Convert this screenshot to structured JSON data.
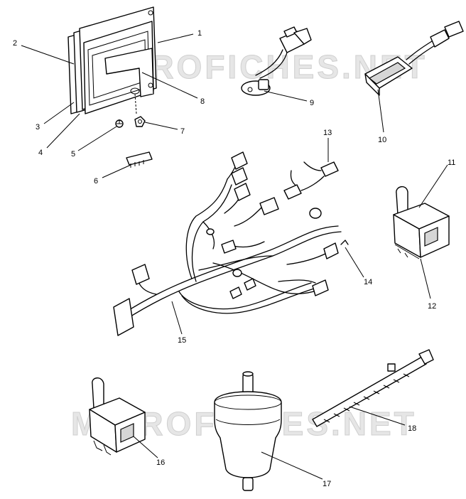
{
  "watermark": [
    "MICROFICHES.NET",
    "MICROFICHES.NET"
  ],
  "callouts": [
    {
      "id": "c1",
      "label": "1"
    },
    {
      "id": "c2",
      "label": "2"
    },
    {
      "id": "c3",
      "label": "3"
    },
    {
      "id": "c4",
      "label": "4"
    },
    {
      "id": "c5",
      "label": "5"
    },
    {
      "id": "c6",
      "label": "6"
    },
    {
      "id": "c7",
      "label": "7"
    },
    {
      "id": "c8",
      "label": "8"
    },
    {
      "id": "c9",
      "label": "9"
    },
    {
      "id": "c10",
      "label": "10"
    },
    {
      "id": "c11",
      "label": "11"
    },
    {
      "id": "c12",
      "label": "12"
    },
    {
      "id": "c13",
      "label": "13"
    },
    {
      "id": "c14",
      "label": "14"
    },
    {
      "id": "c15",
      "label": "15"
    },
    {
      "id": "c16",
      "label": "16"
    },
    {
      "id": "c17",
      "label": "17"
    },
    {
      "id": "c18",
      "label": "18"
    }
  ]
}
